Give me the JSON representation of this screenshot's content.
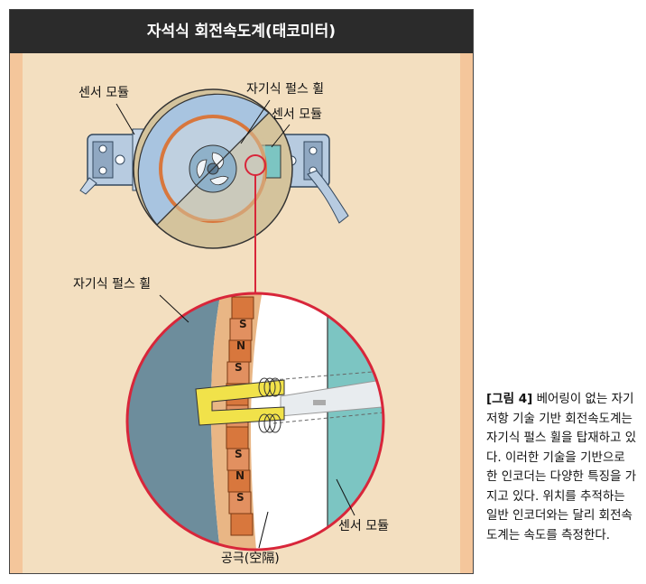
{
  "figure": {
    "title": "자석식 회전속도계(태코미터)",
    "labels": {
      "sensor_module_top_left": "센서 모듈",
      "pulse_wheel_top": "자기식 펄스 휠",
      "sensor_module_top_right": "센서 모듈",
      "pulse_wheel_zoom": "자기식 펄스 휠",
      "sensor_module_zoom": "센서 모듈",
      "air_gap": "공극(空隔)"
    },
    "magnet_poles": [
      "S",
      "N",
      "S",
      "S",
      "N",
      "S"
    ]
  },
  "caption": {
    "heading": "[그림 4]",
    "body": " 베어링이 없는 자기저항 기술 기반 회전속도계는 자기식 펄스 휠을 탑재하고 있다. 이러한 기술을 기반으로 한 인코더는 다양한 특징을 가지고 있다. 위치를 추적하는 일반 인코더와는 달리 회전속도계는 속도를 측정한다."
  },
  "colors": {
    "frame_bg": "#f3dfc0",
    "side_strip": "#f4c69b",
    "title_bar": "#2b2b2b",
    "wheel_blue": "#a8c4e0",
    "wheel_dark": "#6a8a9a",
    "sensor_teal": "#7cc5c2",
    "magnet_orange": "#d8773d",
    "highlight_red": "#d8263a",
    "sensor_yellow": "#f1e24a"
  }
}
